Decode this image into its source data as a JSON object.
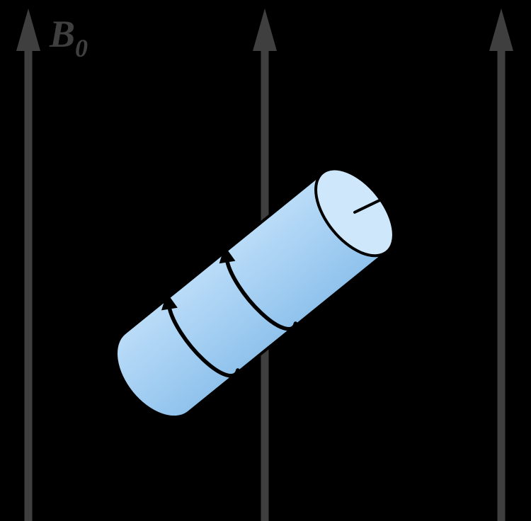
{
  "diagram": {
    "description": "Tilted rotating cylinder precessing in a uniform magnetic field",
    "field_label": {
      "symbol": "B",
      "subscript": "0"
    },
    "colors": {
      "background": "#000000",
      "field_arrow": "#3f3f3f",
      "outline": "#000000",
      "rotation_arrow": "#000000",
      "cylinder_top": "#badcf8",
      "cylinder_mid": "#a3cef2",
      "cylinder_bottom": "#8fc2ec",
      "cylinder_end_face": "#cfe7fb"
    }
  }
}
